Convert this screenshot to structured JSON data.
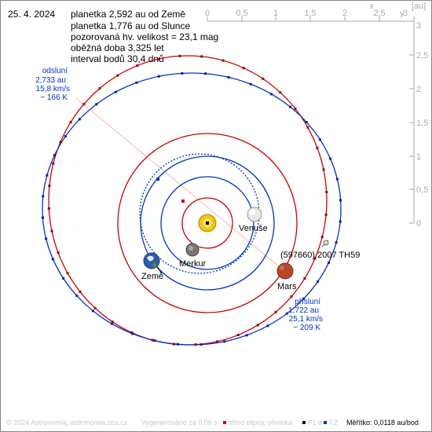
{
  "header": {
    "date": "25. 4. 2024",
    "lines": [
      "planetka 2,592 au od Země",
      "planetka 1,776 au od Slunce",
      "pozorovaná hv. velikost = 23,1 mag",
      "oběžná doba 3,325 let",
      "interval bodů 30,4 dnů"
    ]
  },
  "scale": {
    "x_axis_name": "x",
    "y_axis_name": "y",
    "unit": "[au]",
    "x_ticks": [
      "0",
      "0,5",
      "1",
      "1,5",
      "2",
      "2,5",
      "3"
    ],
    "y_ticks": [
      "3",
      "2,5",
      "2",
      "1,5",
      "1",
      "0,5",
      "0"
    ]
  },
  "aphelion": {
    "title": "odsluní",
    "distance": "2,733 au",
    "speed": "15,8 km/s",
    "temperature": "~ 166 K"
  },
  "perihelion": {
    "title": "přísluní",
    "distance": "1,722 au",
    "speed": "25,1 km/s",
    "temperature": "~ 209 K"
  },
  "bodies": {
    "venus": "Venuše",
    "mercury": "Merkur",
    "earth": "Země",
    "mars": "Mars",
    "asteroid": "(597660) 2007 TH59"
  },
  "footer": {
    "copyright": "© 2024 Astronomia, astronomia.zcu.cz",
    "generated": "Vygenerováno za 0,09 s",
    "legend_center": "střed elipsy, ohniska",
    "legend_f1": "F1 a",
    "legend_f2": "F2",
    "scale_text": "Měřítko: 0,0118 au/bod"
  },
  "colors": {
    "asteroid_orbit": "#cc0000",
    "earth_orbit": "#0033cc",
    "planet_orbit": "#0033cc",
    "mars_orbit": "#cc0000",
    "label_blue": "#0033cc",
    "axis_gray": "#aaaaaa"
  }
}
